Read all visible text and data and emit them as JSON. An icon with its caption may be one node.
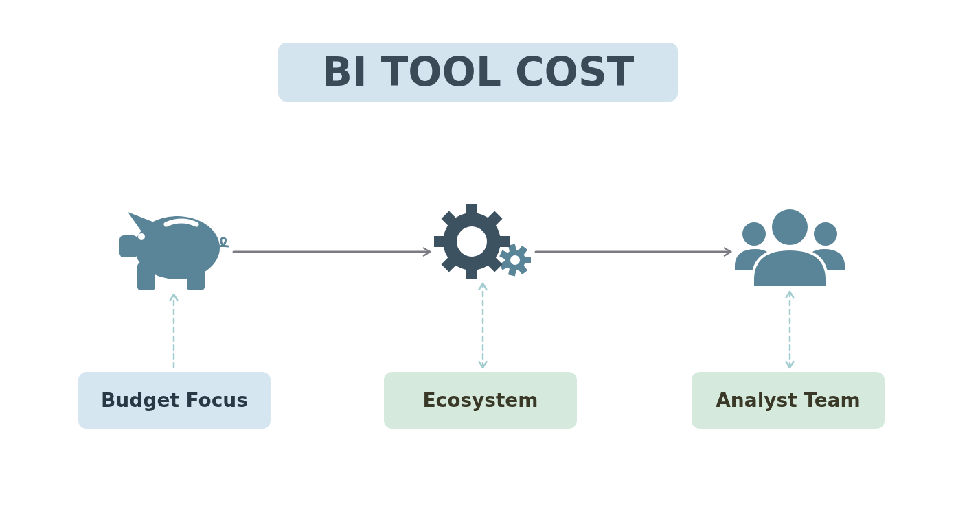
{
  "diagram": {
    "title": "BI TOOL COST",
    "nodes": [
      {
        "text": [],
        "shape": "picture"
      },
      {
        "text": [],
        "shape": "picture"
      },
      {
        "text": [],
        "shape": "picture"
      },
      {
        "text": [
          "Budget Focus"
        ]
      },
      {
        "text": [
          "Ecosystem"
        ]
      },
      {
        "text": [
          "Analyst Team"
        ]
      }
    ],
    "edges": [
      {
        "from": 0,
        "to": 1,
        "arrow": "to"
      },
      {
        "from": 1,
        "to": 2,
        "arrow": "to"
      },
      {
        "from": 3,
        "to": 0,
        "arrow": "to",
        "style": "dashed",
        "color": "#a3cdd1"
      },
      {
        "from": 4,
        "to": 1,
        "arrow": "both",
        "style": "dashed",
        "color": "#a3cdd1"
      },
      {
        "from": 5,
        "to": 2,
        "arrow": "both",
        "style": "dashed",
        "color": "#a3cdd1"
      }
    ]
  }
}
